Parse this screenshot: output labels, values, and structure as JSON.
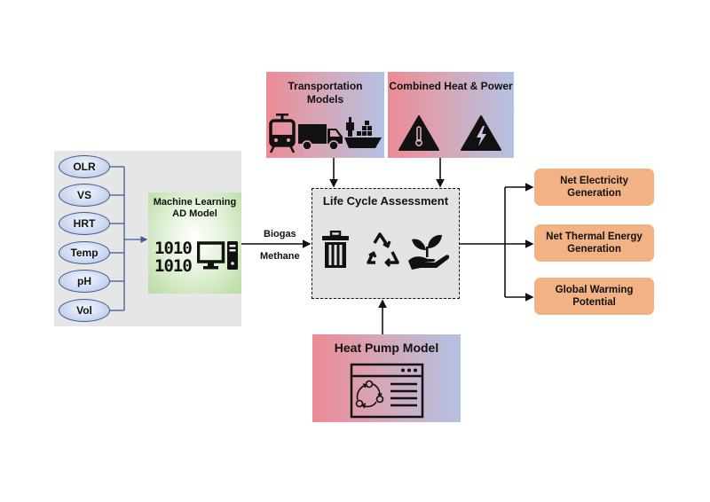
{
  "inputs": {
    "parameters": [
      "OLR",
      "VS",
      "HRT",
      "Temp",
      "pH",
      "Vol"
    ]
  },
  "ml_model": {
    "title": "Machine Learning AD Model",
    "binary_line_1": "1010",
    "binary_line_2": "1010",
    "icon": "computer-desktop-icon"
  },
  "flow_labels": {
    "biogas": "Biogas",
    "methane": "Methane"
  },
  "transportation": {
    "title": "Transportation Models",
    "icons": [
      "train-icon",
      "truck-icon",
      "cargo-ship-icon"
    ]
  },
  "chp": {
    "title": "Combined Heat & Power",
    "icons": [
      "thermometer-warning-icon",
      "electricity-warning-icon"
    ]
  },
  "lca": {
    "title": "Life Cycle Assessment",
    "icons": [
      "trash-bin-icon",
      "recycle-icon",
      "hand-plant-icon"
    ]
  },
  "heat_pump": {
    "title": "Heat Pump Model",
    "icon": "app-window-cycle-icon"
  },
  "outputs": [
    "Net Electricity Generation",
    "Net Thermal Energy Generation",
    "Global Warming Potential"
  ],
  "colors": {
    "input_panel": "#e6e6e6",
    "ellipse_border": "#3d5a96",
    "ml_box_green": "#b7dba2",
    "gradient_pink": "#ec8a94",
    "gradient_blue": "#b4c1e2",
    "lca_box": "#e3e3e3",
    "output_orange": "#f2b283",
    "connector_blue": "#3d5a96"
  }
}
